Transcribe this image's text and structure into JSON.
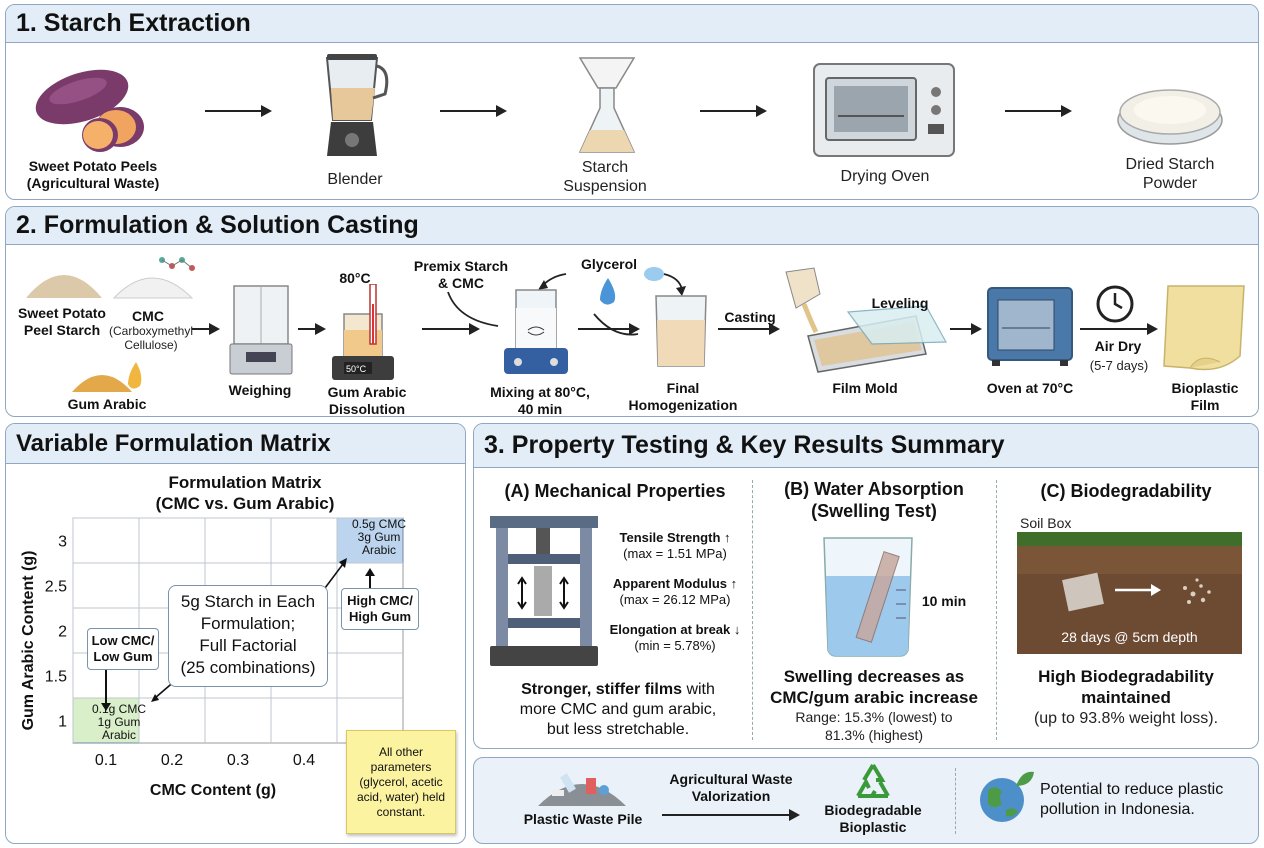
{
  "sec1": {
    "title": "1. Starch Extraction",
    "peels": [
      "Sweet Potato Peels",
      "(Agricultural Waste)"
    ],
    "blender": "Blender",
    "suspension": [
      "Starch",
      "Suspension"
    ],
    "oven": "Drying Oven",
    "powder": [
      "Dried Starch",
      "Powder"
    ]
  },
  "sec2": {
    "title": "2. Formulation & Solution Casting",
    "starch": [
      "Sweet Potato",
      "Peel Starch"
    ],
    "cmc": "CMC",
    "cmc_full": [
      "(Carboxymethyl",
      "Cellulose)"
    ],
    "gum": "Gum Arabic",
    "weighing": "Weighing",
    "temp": "80°C",
    "hotplate": "50°C",
    "dissolution": [
      "Gum Arabic",
      "Dissolution"
    ],
    "premix": [
      "Premix Starch",
      "& CMC"
    ],
    "glycerol": "Glycerol",
    "mixing": [
      "Mixing at 80°C,",
      "40 min"
    ],
    "final": [
      "Final",
      "Homogenization"
    ],
    "casting": "Casting",
    "leveling": "Leveling",
    "mold": "Film Mold",
    "oven70": "Oven at 70°C",
    "airdry": "Air Dry",
    "airdays": "(5-7 days)",
    "film": [
      "Bioplastic",
      "Film"
    ]
  },
  "matrix": {
    "title": "Variable Formulation Matrix",
    "chart_title": [
      "Formulation Matrix",
      "(CMC vs. Gum Arabic)"
    ],
    "low_corner": [
      "0.1g CMC",
      "1g Gum",
      "Arabic"
    ],
    "high_corner": [
      "0.5g CMC",
      "3g Gum",
      "Arabic"
    ],
    "low_label": [
      "Low CMC/",
      "Low Gum"
    ],
    "high_label": [
      "High CMC/",
      "High Gum"
    ],
    "center_note": [
      "5g Starch in Each",
      "Formulation;",
      "Full Factorial",
      "(25 combinations)"
    ],
    "sticky": [
      "All other",
      "parameters",
      "(glycerol, acetic",
      "acid, water) held",
      "constant."
    ]
  },
  "chart_data": {
    "type": "heatmap",
    "xlabel": "CMC Content (g)",
    "ylabel": "Gum Arabic Content (g)",
    "x": [
      0.1,
      0.2,
      0.3,
      0.4,
      0.5
    ],
    "y": [
      1,
      1.5,
      2,
      2.5,
      3
    ],
    "x_ticks": [
      "0.1",
      "0.2",
      "0.3",
      "0.4"
    ],
    "y_ticks": [
      "1",
      "1.5",
      "2",
      "2.5",
      "3"
    ],
    "xlim": [
      0.05,
      0.55
    ],
    "ylim": [
      0.75,
      3.25
    ],
    "grid": true,
    "highlighted": [
      {
        "x": 0.1,
        "y": 1,
        "color": "#d9efc9"
      },
      {
        "x": 0.5,
        "y": 3,
        "color": "#bcd4ee"
      }
    ]
  },
  "sec3": {
    "title": "3. Property Testing & Key Results Summary",
    "mech": {
      "title": "(A) Mechanical Properties",
      "tensile": "Tensile Strength ↑",
      "tensile_v": "(max = 1.51 MPa)",
      "modulus": "Apparent Modulus ↑",
      "modulus_v": "(max = 26.12 MPa)",
      "elong": "Elongation at break ↓",
      "elong_v": "(min = 5.78%)",
      "summary_b": "Stronger, stiffer films",
      "summary_1": " with",
      "summary_2": "more CMC and gum arabic,",
      "summary_3": "but less stretchable."
    },
    "water": {
      "title": [
        "(B) Water Absorption",
        "(Swelling Test)"
      ],
      "time": "10 min",
      "summary": [
        "Swelling decreases as",
        "CMC/gum arabic increase"
      ],
      "range": [
        "Range: 15.3% (lowest) to",
        "81.3% (highest)"
      ]
    },
    "bio": {
      "title": "(C) Biodegradability",
      "soil": "Soil Box",
      "depth": "28 days @ 5cm depth",
      "summary": [
        "High Biodegradability",
        "maintained"
      ],
      "detail": "(up to 93.8% weight loss)."
    }
  },
  "footer": {
    "pile": "Plastic Waste Pile",
    "valor": [
      "Agricultural Waste",
      "Valorization"
    ],
    "bio": [
      "Biodegradable",
      "Bioplastic"
    ],
    "potential": [
      "Potential to reduce plastic",
      "pollution in Indonesia."
    ]
  },
  "colors": {
    "header_bg": "#e3edf7",
    "border": "#8fa7c0",
    "green_cell": "#d9efc9",
    "blue_cell": "#bcd4ee",
    "sticky": "#fbf3a0"
  }
}
